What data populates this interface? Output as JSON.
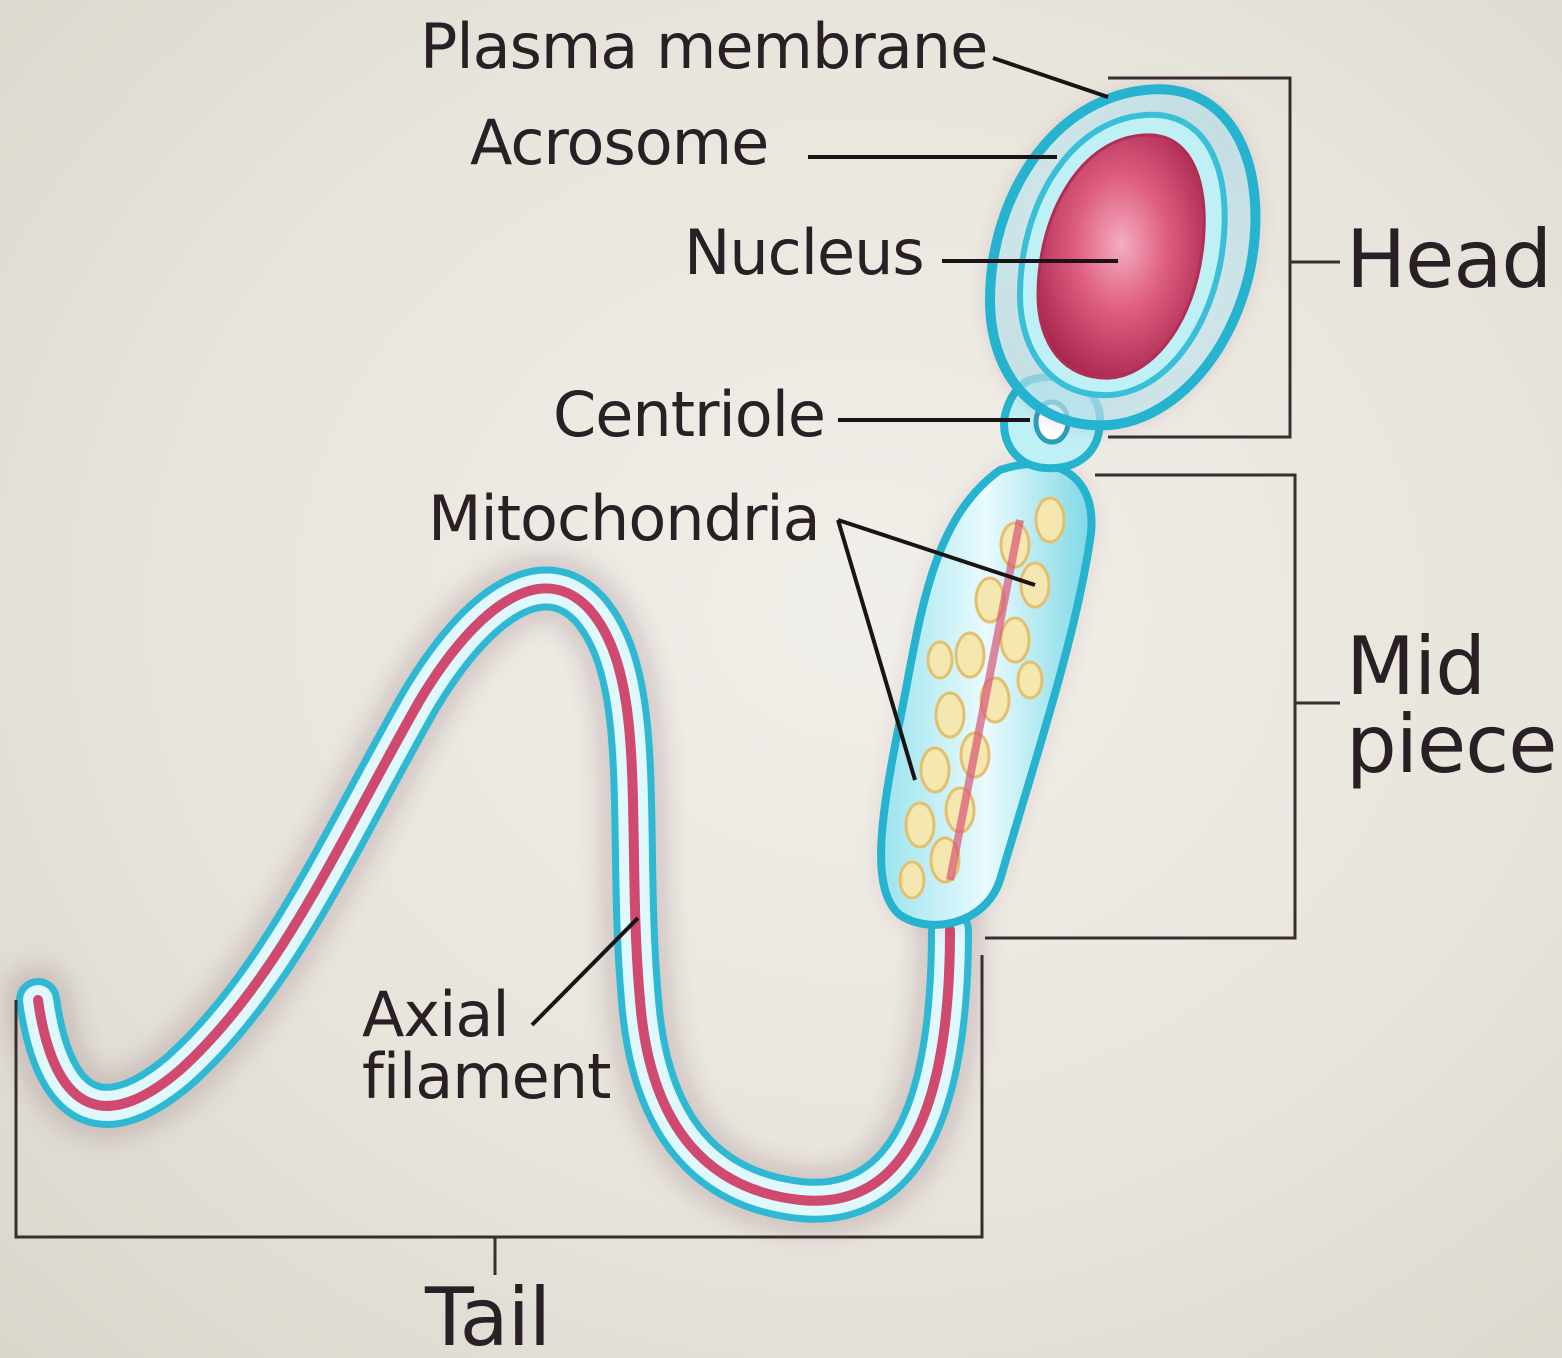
{
  "labels": {
    "plasma_membrane": "Plasma membrane",
    "acrosome": "Acrosome",
    "nucleus": "Nucleus",
    "centriole": "Centriole",
    "mitochondria": "Mitochondria",
    "axial_filament_line1": "Axial",
    "axial_filament_line2": "filament"
  },
  "regions": {
    "head": "Head",
    "mid_piece_line1": "Mid",
    "mid_piece_line2": "piece",
    "tail": "Tail"
  },
  "colors": {
    "background": "#e9e6de",
    "text": "#2a1f24",
    "nucleus": "#d24a6e",
    "membrane": "#3ec6dc",
    "filament": "#d85576",
    "leader_line": "#1b1416"
  }
}
